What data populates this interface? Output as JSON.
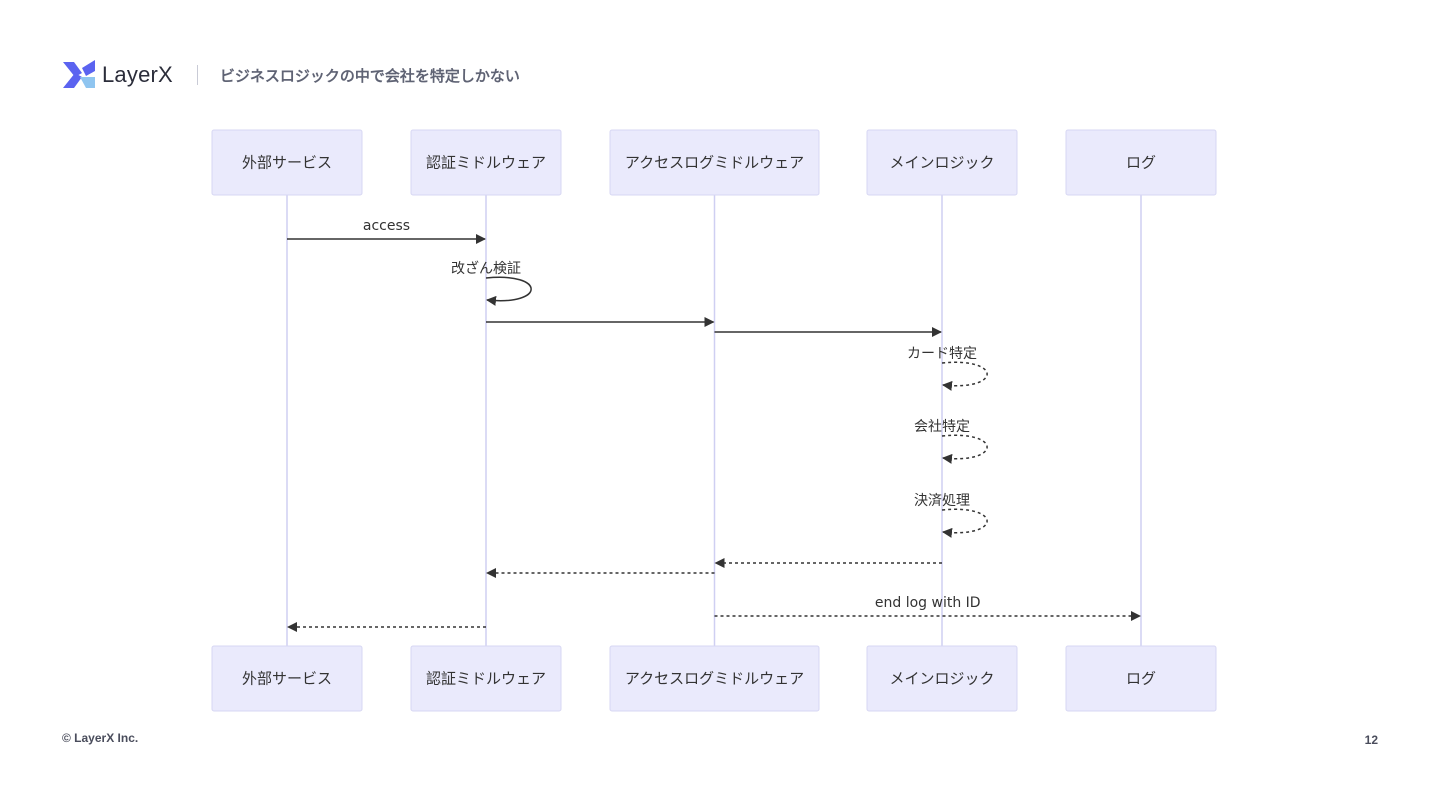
{
  "header": {
    "brand": "LayerX",
    "title": "ビジネスロジックの中で会社を特定しかない"
  },
  "colors": {
    "actor_fill": "#eaeafc",
    "actor_stroke": "#d7d7f3",
    "lifeline": "#cfcff2",
    "arrow": "#333333",
    "logo_blue": "#5b63f0",
    "logo_light": "#8fc5f0"
  },
  "diagram": {
    "participants": [
      {
        "id": "ext",
        "label": "外部サービス"
      },
      {
        "id": "auth",
        "label": "認証ミドルウェア"
      },
      {
        "id": "accesslog",
        "label": "アクセスログミドルウェア"
      },
      {
        "id": "main",
        "label": "メインロジック"
      },
      {
        "id": "log",
        "label": "ログ"
      }
    ],
    "messages": [
      {
        "from": "ext",
        "to": "auth",
        "label": "access",
        "style": "solid"
      },
      {
        "from": "auth",
        "to": "auth",
        "label": "改ざん検証",
        "style": "solid"
      },
      {
        "from": "auth",
        "to": "accesslog",
        "label": "",
        "style": "solid"
      },
      {
        "from": "accesslog",
        "to": "main",
        "label": "",
        "style": "solid"
      },
      {
        "from": "main",
        "to": "main",
        "label": "カード特定",
        "style": "dashed"
      },
      {
        "from": "main",
        "to": "main",
        "label": "会社特定",
        "style": "dashed"
      },
      {
        "from": "main",
        "to": "main",
        "label": "決済処理",
        "style": "dashed"
      },
      {
        "from": "main",
        "to": "accesslog",
        "label": "",
        "style": "dashed"
      },
      {
        "from": "accesslog",
        "to": "auth",
        "label": "",
        "style": "dashed"
      },
      {
        "from": "accesslog",
        "to": "log",
        "label": "end log with ID",
        "style": "dashed"
      },
      {
        "from": "auth",
        "to": "ext",
        "label": "",
        "style": "dashed"
      }
    ]
  },
  "footer": {
    "copyright": "© LayerX Inc.",
    "page_number": "12"
  }
}
